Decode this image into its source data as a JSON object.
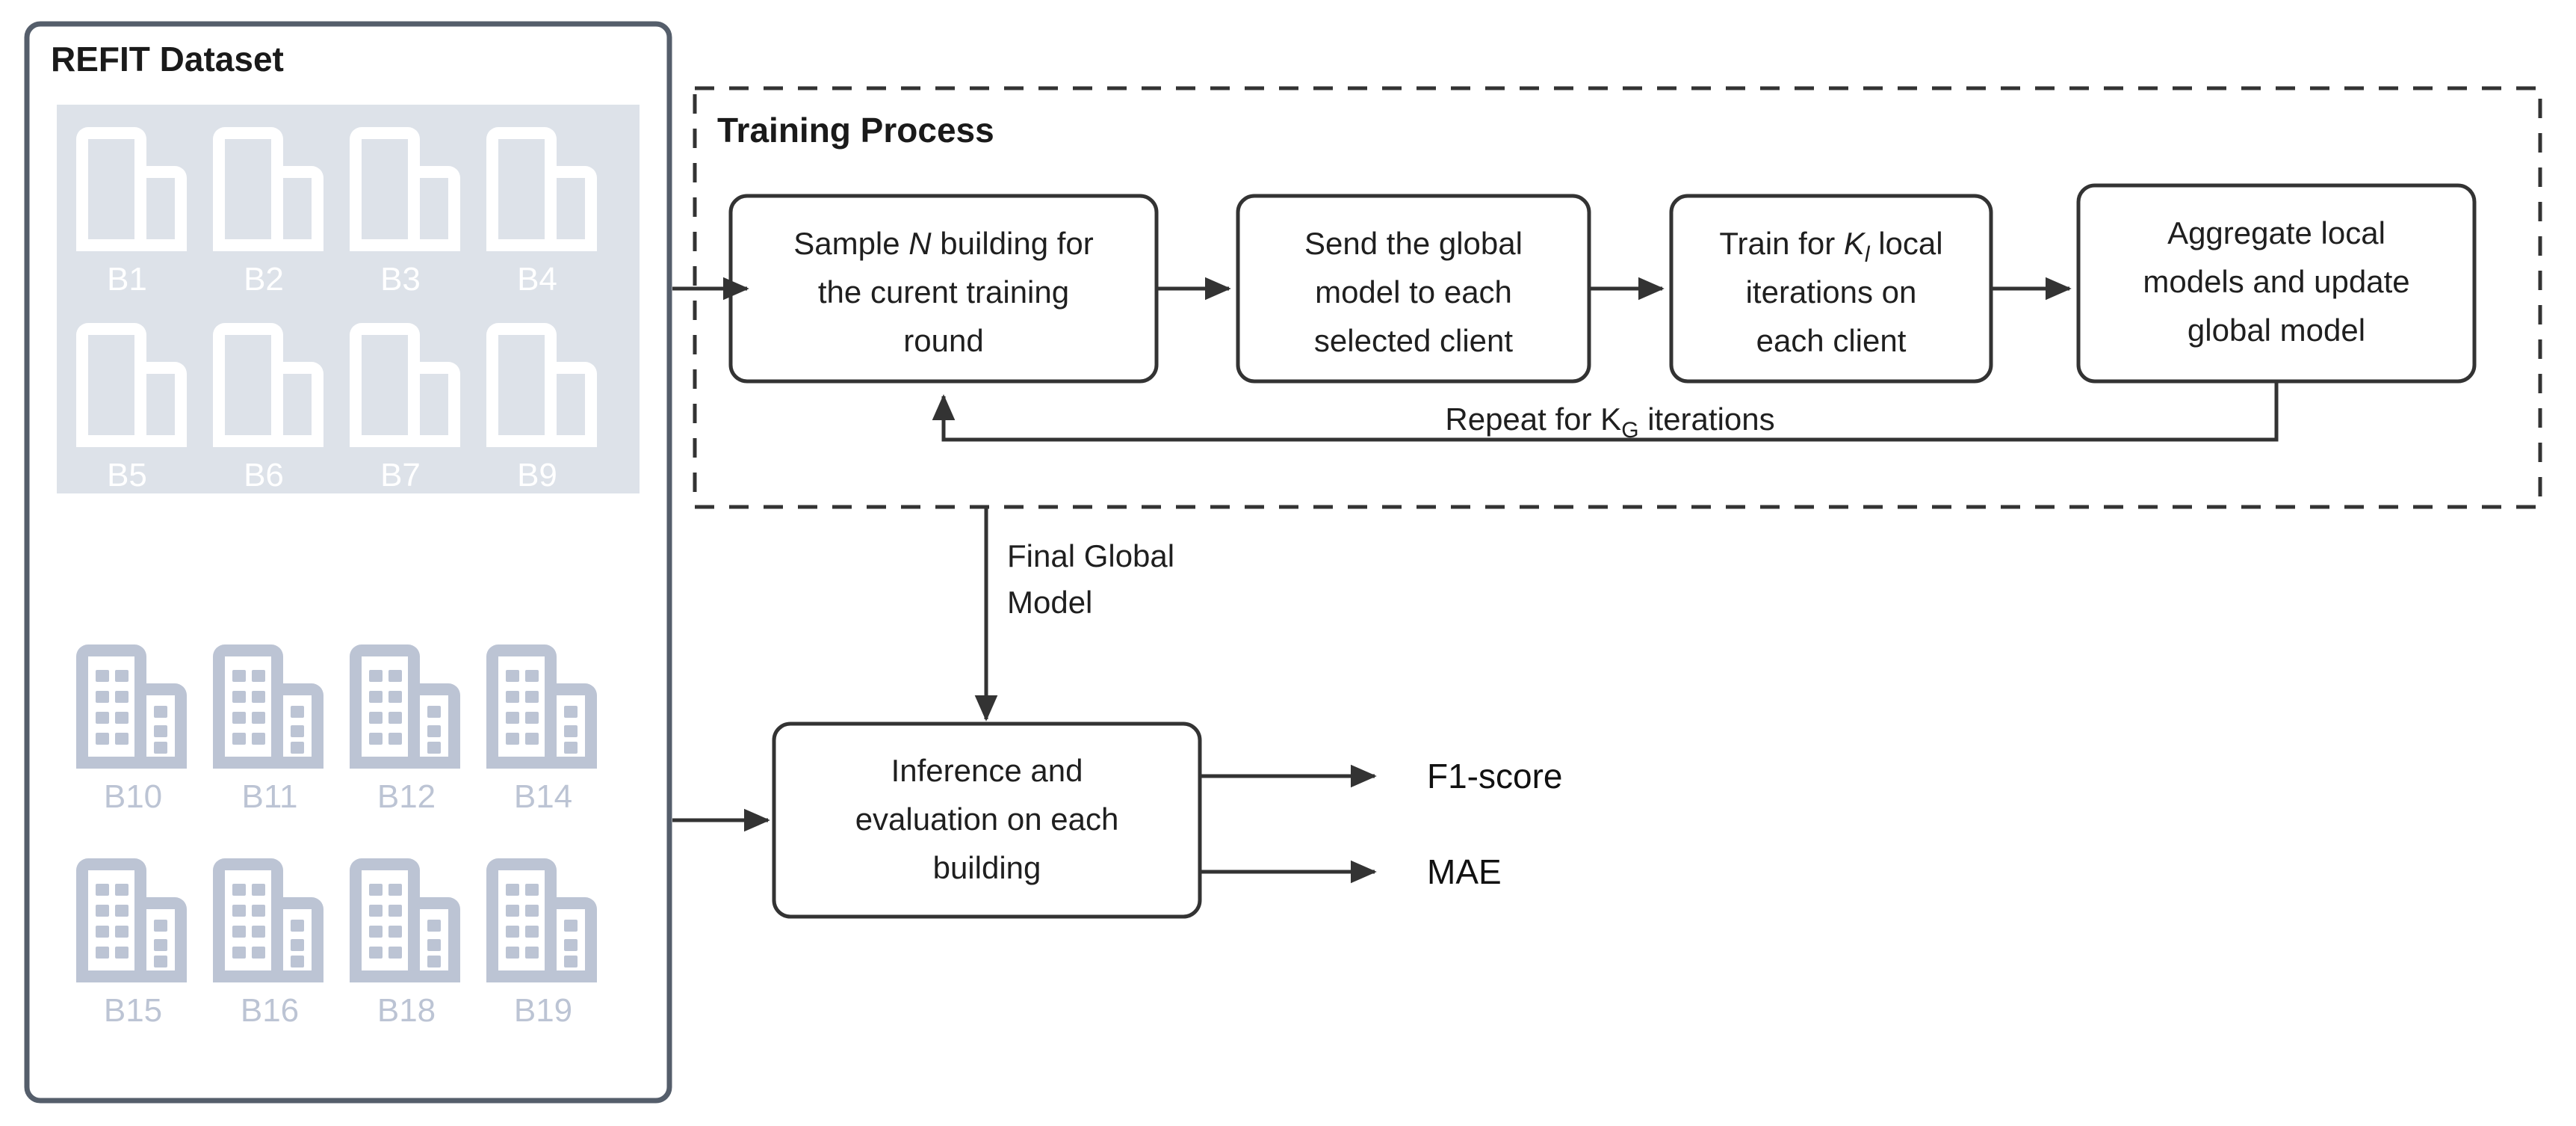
{
  "diagram": {
    "title_hidden": "",
    "colors": {
      "panel_border": "#555e6b",
      "panel_fill": "#ffffff",
      "shaded_group_fill": "#dde2e9",
      "icon_light": "#ffffff",
      "icon_gray": "#bcc4d4",
      "box_border": "#333333",
      "box_fill": "#ffffff",
      "text": "#1f1f1f",
      "arrow": "#333333",
      "dashed_border": "#333333"
    }
  },
  "dataset_panel": {
    "title": "REFIT Dataset",
    "training_group": {
      "style": "shaded",
      "rows": [
        [
          {
            "label": "B1",
            "icon": "building-icon"
          },
          {
            "label": "B2",
            "icon": "building-icon"
          },
          {
            "label": "B3",
            "icon": "building-icon"
          },
          {
            "label": "B4",
            "icon": "building-icon"
          }
        ],
        [
          {
            "label": "B5",
            "icon": "building-icon"
          },
          {
            "label": "B6",
            "icon": "building-icon"
          },
          {
            "label": "B7",
            "icon": "building-icon"
          },
          {
            "label": "B9",
            "icon": "building-icon"
          }
        ]
      ]
    },
    "evaluation_group": {
      "style": "plain",
      "rows": [
        [
          {
            "label": "B10",
            "icon": "building-icon"
          },
          {
            "label": "B11",
            "icon": "building-icon"
          },
          {
            "label": "B12",
            "icon": "building-icon"
          },
          {
            "label": "B14",
            "icon": "building-icon"
          }
        ],
        [
          {
            "label": "B15",
            "icon": "building-icon"
          },
          {
            "label": "B16",
            "icon": "building-icon"
          },
          {
            "label": "B18",
            "icon": "building-icon"
          },
          {
            "label": "B19",
            "icon": "building-icon"
          }
        ]
      ]
    }
  },
  "training_process": {
    "title": "Training Process",
    "steps": [
      {
        "id": "sample",
        "lines": [
          [
            {
              "t": "Sample ",
              "i": false
            },
            {
              "t": "N",
              "i": true
            },
            {
              "t": " building for",
              "i": false
            }
          ],
          [
            {
              "t": "the curent training",
              "i": false
            }
          ],
          [
            {
              "t": "round",
              "i": false
            }
          ]
        ]
      },
      {
        "id": "send",
        "lines": [
          [
            {
              "t": "Send the global",
              "i": false
            }
          ],
          [
            {
              "t": "model to each",
              "i": false
            }
          ],
          [
            {
              "t": "selected client",
              "i": false
            }
          ]
        ]
      },
      {
        "id": "train",
        "lines": [
          [
            {
              "t": "Train for ",
              "i": false
            },
            {
              "t": "K",
              "i": true
            },
            {
              "t": "l",
              "i": true,
              "sub": true
            },
            {
              "t": " local",
              "i": false
            }
          ],
          [
            {
              "t": "iterations on",
              "i": false
            }
          ],
          [
            {
              "t": "each client",
              "i": false
            }
          ]
        ]
      },
      {
        "id": "aggregate",
        "lines": [
          [
            {
              "t": "Aggregate local",
              "i": false
            }
          ],
          [
            {
              "t": "models and update",
              "i": false
            }
          ],
          [
            {
              "t": "global model",
              "i": false
            }
          ]
        ]
      }
    ],
    "loop_label": [
      {
        "t": "Repeat for K",
        "i": false
      },
      {
        "t": "G",
        "i": false,
        "sub": true
      },
      {
        "t": " iterations",
        "i": false
      }
    ]
  },
  "final_model_edge": {
    "line1": "Final Global",
    "line2": "Model"
  },
  "inference": {
    "lines": [
      "Inference and",
      "evaluation on each",
      "building"
    ]
  },
  "outputs": [
    {
      "label": "F1-score"
    },
    {
      "label": "MAE"
    }
  ]
}
